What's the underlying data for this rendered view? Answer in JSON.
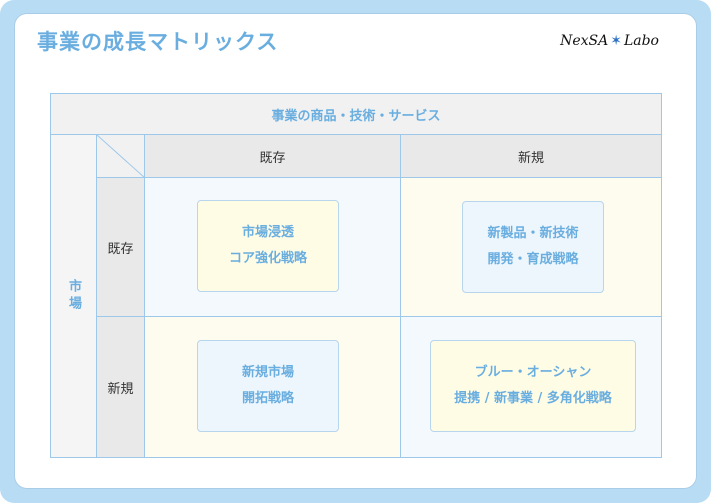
{
  "header": {
    "title": "事業の成長マトリックス",
    "brand_left": "NexSA",
    "brand_star": "✶",
    "brand_right": "Labo"
  },
  "matrix": {
    "top_header": "事業の商品・技術・サービス",
    "side_header": "市場",
    "columns": [
      "既存",
      "新規"
    ],
    "rows": [
      "既存",
      "新規"
    ],
    "quadrants": {
      "existing_existing": {
        "line1": "市場浸透",
        "line2": "コア強化戦略"
      },
      "existing_new": {
        "line1": "新製品・新技術",
        "line2": "開発・育成戦略"
      },
      "new_existing": {
        "line1": "新規市場",
        "line2": "開拓戦略"
      },
      "new_new": {
        "line1": "ブルー・オーシャン",
        "line2": "提携 / 新事業 / 多角化戦略"
      }
    }
  }
}
